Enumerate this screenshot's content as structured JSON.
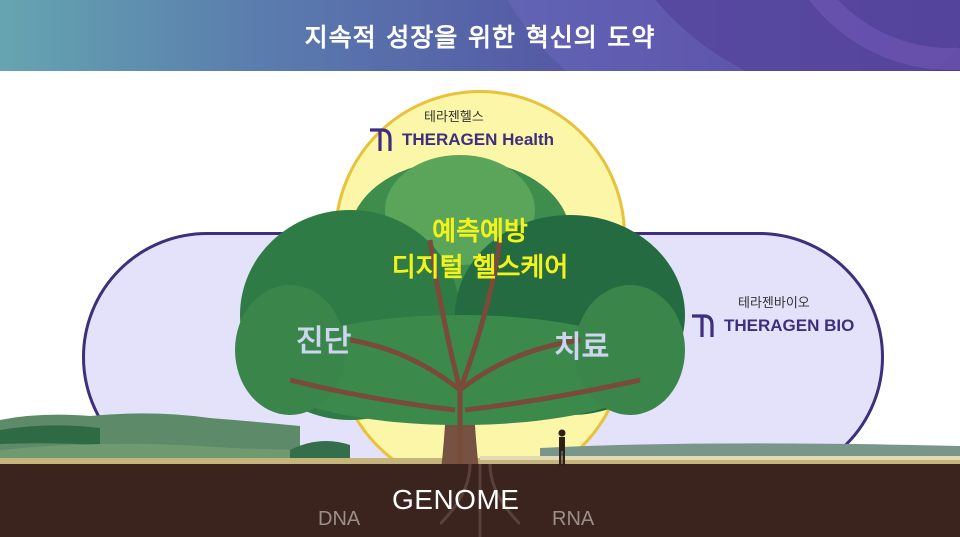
{
  "header": {
    "title": "지속적 성장을 위한 혁신의 도약"
  },
  "brands": {
    "health": {
      "korean_name": "테라젠헬스",
      "english_name": "THERAGEN Health",
      "logo_icon": "theragen-logo-icon",
      "pill_fill": "#fbf6a8",
      "pill_border": "#e8c238"
    },
    "bio": {
      "korean_name": "테라젠바이오",
      "english_name": "THERAGEN BIO",
      "logo_icon": "theragen-logo-icon",
      "pill_fill": "#e4e2fb",
      "pill_border": "#3d2f7a"
    }
  },
  "tree": {
    "center_line1": "예측예방",
    "center_line2": "디지털 헬스케어",
    "left_label": "진단",
    "right_label": "치료"
  },
  "roots": {
    "main_label": "GENOME",
    "left_label": "DNA",
    "right_label": "RNA"
  },
  "colors": {
    "brand_purple": "#3f2d80",
    "highlight_yellow": "#f3f31b",
    "soil": "#3b241e"
  }
}
